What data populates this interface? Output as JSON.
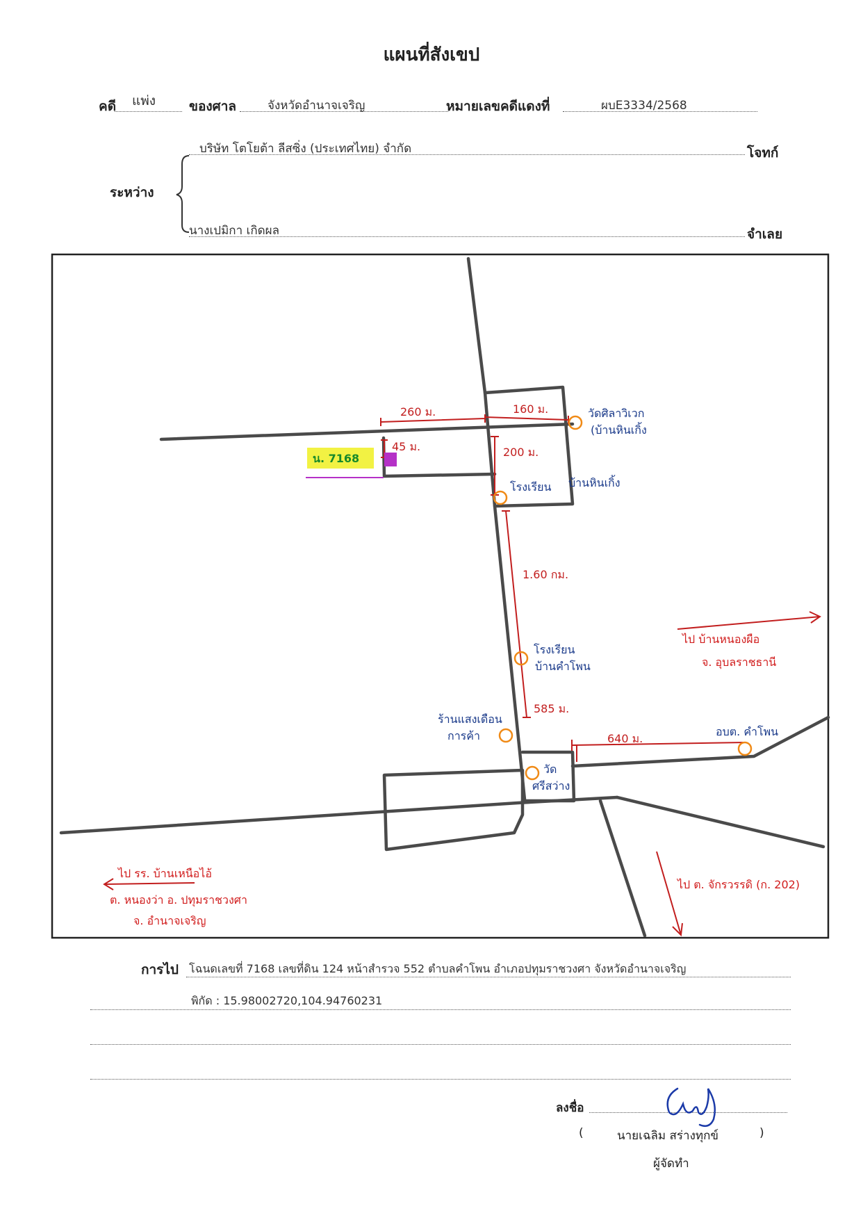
{
  "header": {
    "title": "แผนที่สังเขป",
    "case_label": "คดี",
    "case_type": "แพ่ง",
    "court_label": "ของศาล",
    "court_name": "จังหวัดอำนาจเจริญ",
    "red_case_label": "หมายเลขคดีแดงที่",
    "red_case_number": "ผบE3334/2568",
    "between_label": "ระหว่าง",
    "plaintiff_name": "บริษัท โตโยต้า ลีสซิ่ง (ประเทศไทย) จำกัด",
    "plaintiff_label": "โจทก์",
    "defendant_name": "นางเปมิกา เกิดผล",
    "defendant_label": "จำเลย"
  },
  "map": {
    "plot_label": "น. 7168",
    "dist_260": "260 ม.",
    "dist_160": "160 ม.",
    "dist_45": "45 ม.",
    "dist_200": "200 ม.",
    "dist_160km": "1.60 กม.",
    "dist_585": "585 ม.",
    "dist_640": "640 ม.",
    "temple_silawiwek": "วัดศิลาวิเวก",
    "ban_hinkong_paren": "(บ้านหินเกิ้ง",
    "school_hinkong_a": "โรงเรียน",
    "school_hinkong_b": "บ้านหินเกิ้ง",
    "school_khamphon_a": "โรงเรียน",
    "school_khamphon_b": "บ้านคำโพน",
    "shop_a": "ร้านแสงเดือน",
    "shop_b": "การค้า",
    "wat_a": "วัด",
    "wat_b": "ศรีสว่าง",
    "sao_label": "อบต. คำโพน",
    "dir_ne_a": "ไป บ้านหนองผือ",
    "dir_ne_b": "จ. อุบลราชธานี",
    "dir_w_a": "ไป รร. บ้านเหนือไอ้",
    "dir_w_b": "ต. หนองว่า อ. ปทุมราชวงศา",
    "dir_w_c": "จ. อำนาจเจริญ",
    "dir_s": "ไป ต. จักรวรรดิ (ก. 202)",
    "colors": {
      "road": "#4a4a4a",
      "ink_blue": "#1a3a8a",
      "ink_red": "#d11d1d",
      "marker": "#f08a16",
      "highlight": "#f2f243",
      "plot": "#b531c7"
    }
  },
  "footer": {
    "route_label": "การไป",
    "route_text": "โฉนดเลขที่ 7168  เลขที่ดิน 124 หน้าสำรวจ 552 ตำบลคำโพน อำเภอปทุมราชวงศา จังหวัดอำนาจเจริญ",
    "coords_text": "พิกัด : 15.98002720,104.94760231",
    "sign_label": "ลงชื่อ",
    "open_paren": "(",
    "signer_name": "นายเฉลิม  สร่างทุกข์",
    "close_paren": ")",
    "signer_role": "ผู้จัดทำ"
  }
}
